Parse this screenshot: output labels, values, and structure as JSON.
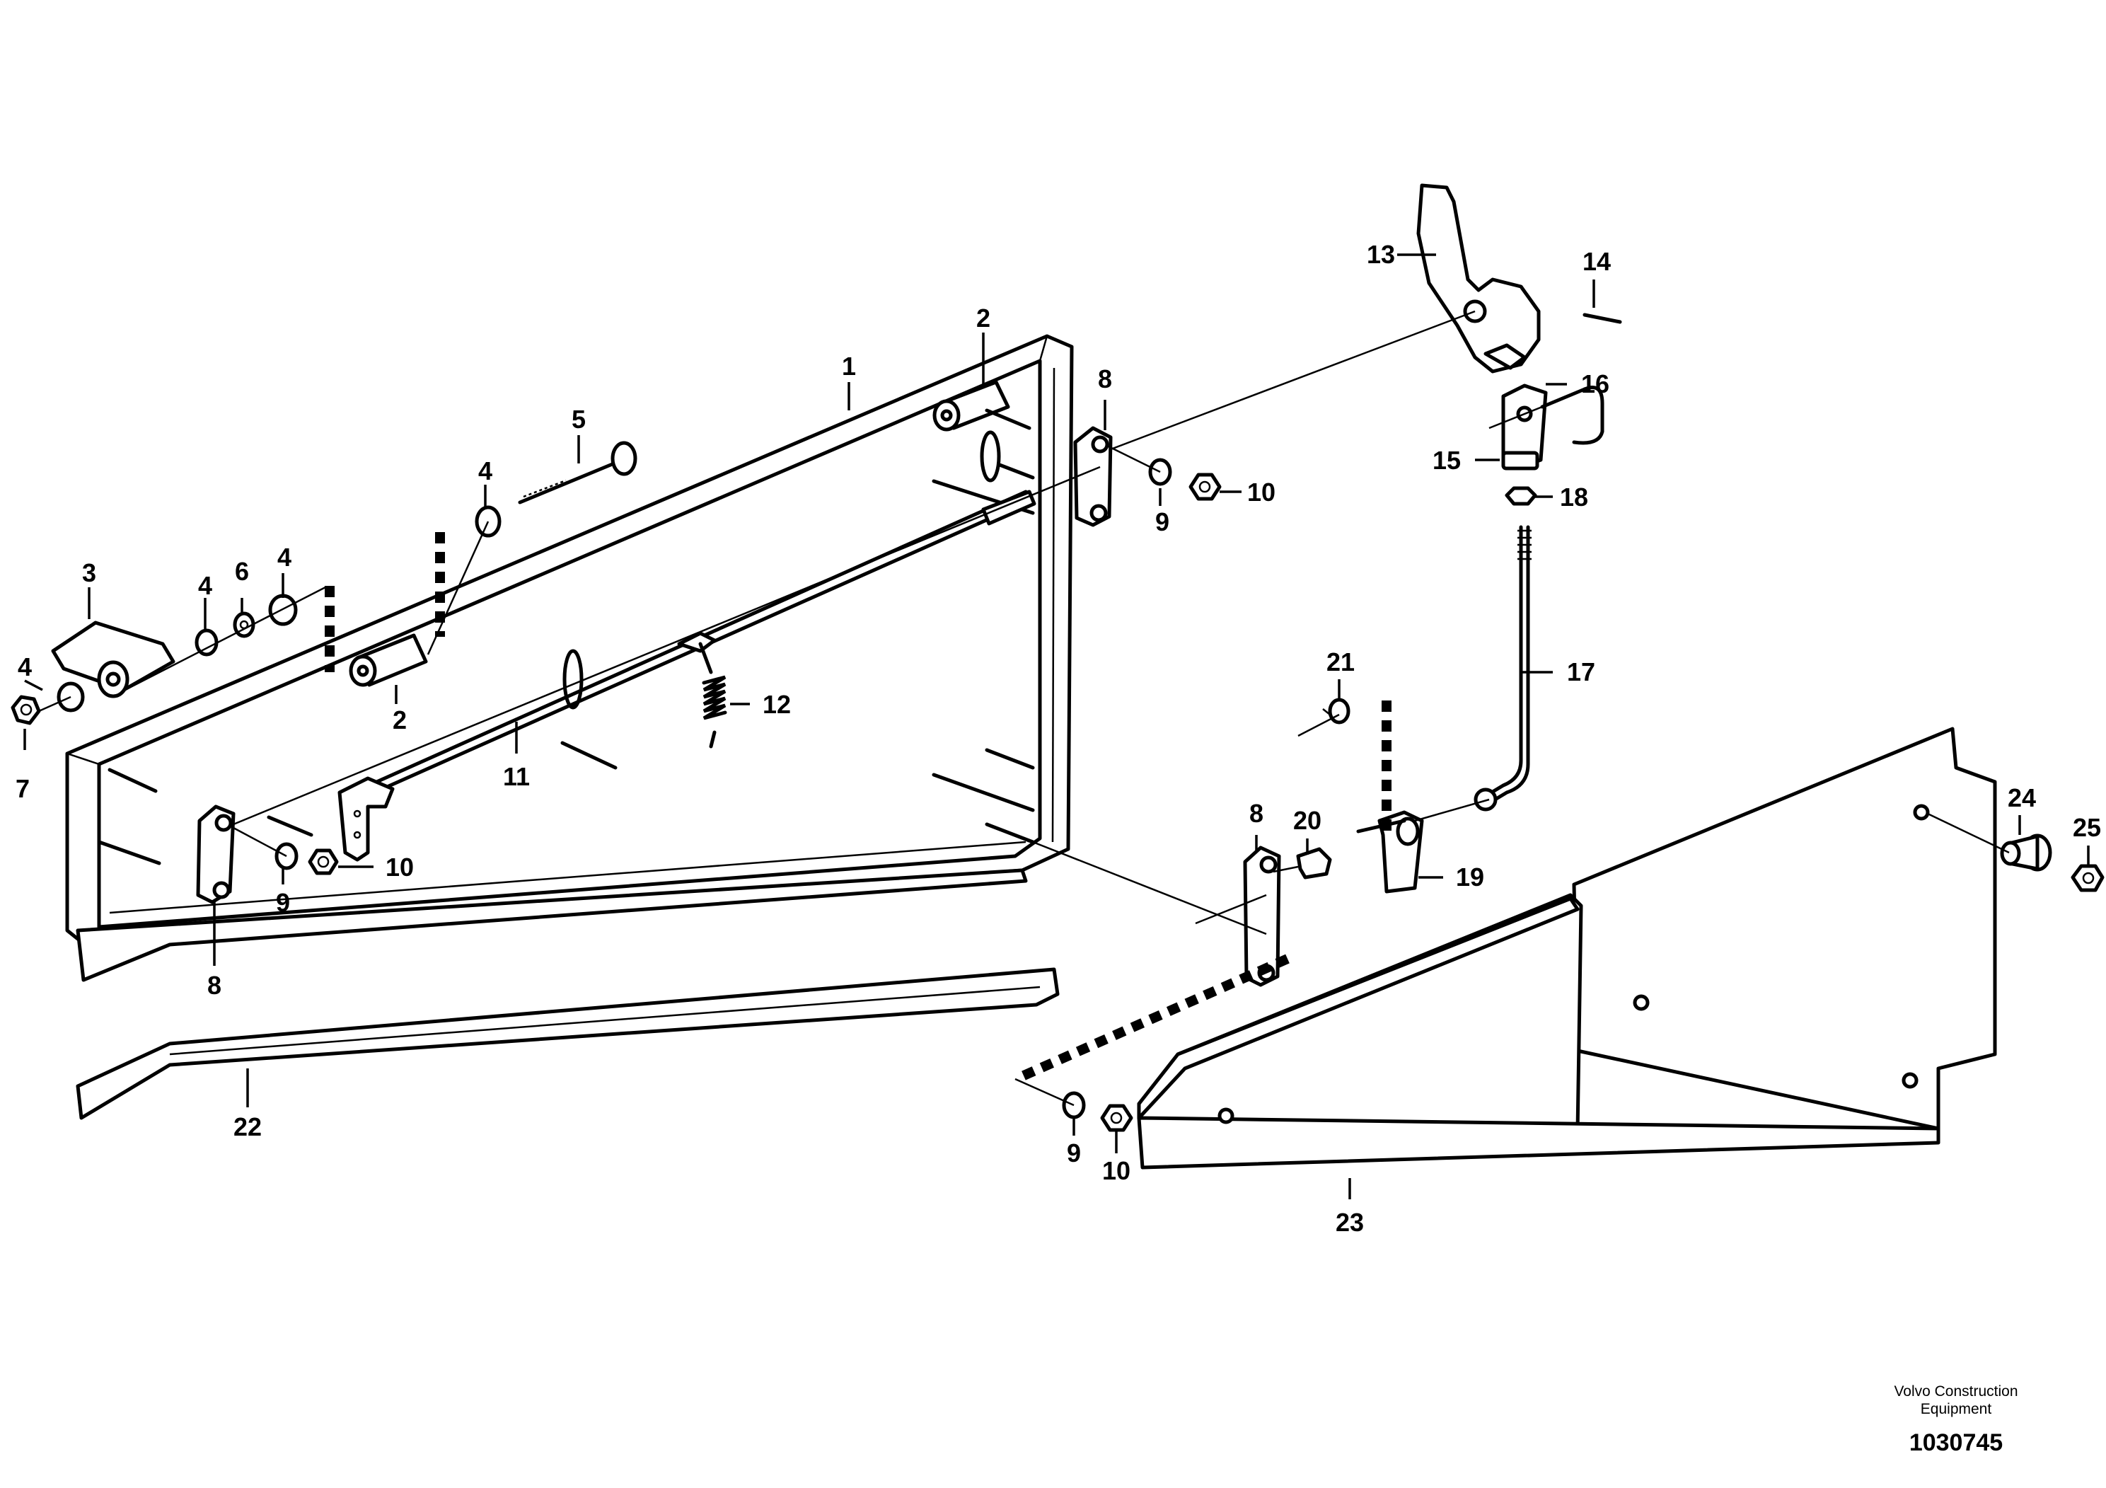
{
  "callouts": [
    {
      "id": "c1",
      "label": "1"
    },
    {
      "id": "c2a",
      "label": "2"
    },
    {
      "id": "c2b",
      "label": "2"
    },
    {
      "id": "c3",
      "label": "3"
    },
    {
      "id": "c4a",
      "label": "4"
    },
    {
      "id": "c4b",
      "label": "4"
    },
    {
      "id": "c4c",
      "label": "4"
    },
    {
      "id": "c4d",
      "label": "4"
    },
    {
      "id": "c5",
      "label": "5"
    },
    {
      "id": "c6",
      "label": "6"
    },
    {
      "id": "c7",
      "label": "7"
    },
    {
      "id": "c8a",
      "label": "8"
    },
    {
      "id": "c8b",
      "label": "8"
    },
    {
      "id": "c8c",
      "label": "8"
    },
    {
      "id": "c9a",
      "label": "9"
    },
    {
      "id": "c9b",
      "label": "9"
    },
    {
      "id": "c9c",
      "label": "9"
    },
    {
      "id": "c10a",
      "label": "10"
    },
    {
      "id": "c10b",
      "label": "10"
    },
    {
      "id": "c10c",
      "label": "10"
    },
    {
      "id": "c11",
      "label": "11"
    },
    {
      "id": "c12",
      "label": "12"
    },
    {
      "id": "c13",
      "label": "13"
    },
    {
      "id": "c14",
      "label": "14"
    },
    {
      "id": "c15",
      "label": "15"
    },
    {
      "id": "c16",
      "label": "16"
    },
    {
      "id": "c17",
      "label": "17"
    },
    {
      "id": "c18",
      "label": "18"
    },
    {
      "id": "c19",
      "label": "19"
    },
    {
      "id": "c20",
      "label": "20"
    },
    {
      "id": "c21",
      "label": "21"
    },
    {
      "id": "c22",
      "label": "22"
    },
    {
      "id": "c23",
      "label": "23"
    },
    {
      "id": "c24",
      "label": "24"
    },
    {
      "id": "c25",
      "label": "25"
    }
  ],
  "footer": {
    "line1": "Volvo Construction",
    "line2": "Equipment",
    "drawing_number": "1030745"
  }
}
